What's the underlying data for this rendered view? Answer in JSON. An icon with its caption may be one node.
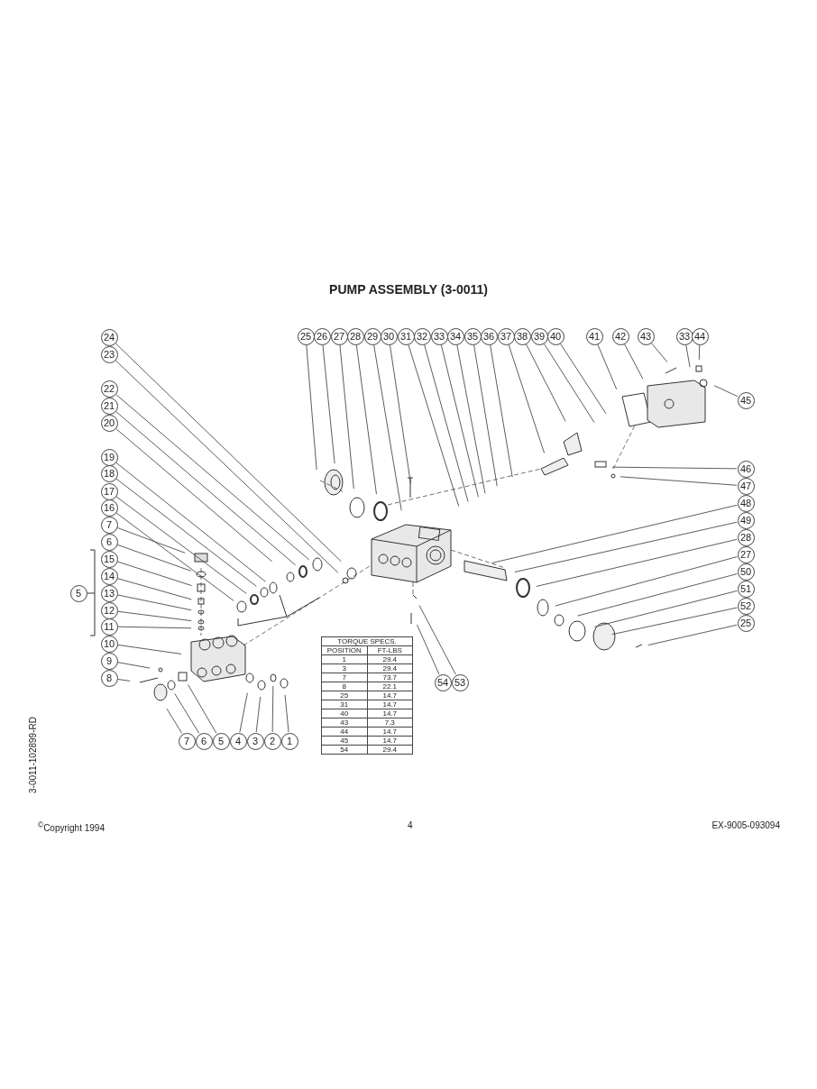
{
  "diagram": {
    "title": "PUMP ASSEMBLY (3-0011)",
    "nodes": [
      {
        "text": [
          "24"
        ]
      },
      {
        "text": [
          "23"
        ]
      },
      {
        "text": [
          "22"
        ]
      },
      {
        "text": [
          "21"
        ]
      },
      {
        "text": [
          "20"
        ]
      },
      {
        "text": [
          "19"
        ]
      },
      {
        "text": [
          "18"
        ]
      },
      {
        "text": [
          "17"
        ]
      },
      {
        "text": [
          "16"
        ]
      },
      {
        "text": [
          "7"
        ]
      },
      {
        "text": [
          "6"
        ]
      },
      {
        "text": [
          "15"
        ]
      },
      {
        "text": [
          "14"
        ]
      },
      {
        "text": [
          "13"
        ]
      },
      {
        "text": [
          "12"
        ]
      },
      {
        "text": [
          "11"
        ]
      },
      {
        "text": [
          "10"
        ]
      },
      {
        "text": [
          "9"
        ]
      },
      {
        "text": [
          "8"
        ]
      },
      {
        "text": [
          "5"
        ]
      },
      {
        "text": [
          "25"
        ]
      },
      {
        "text": [
          "26"
        ]
      },
      {
        "text": [
          "27"
        ]
      },
      {
        "text": [
          "28"
        ]
      },
      {
        "text": [
          "29"
        ]
      },
      {
        "text": [
          "30"
        ]
      },
      {
        "text": [
          "31"
        ]
      },
      {
        "text": [
          "32"
        ]
      },
      {
        "text": [
          "33"
        ]
      },
      {
        "text": [
          "34"
        ]
      },
      {
        "text": [
          "35"
        ]
      },
      {
        "text": [
          "36"
        ]
      },
      {
        "text": [
          "37"
        ]
      },
      {
        "text": [
          "38"
        ]
      },
      {
        "text": [
          "39"
        ]
      },
      {
        "text": [
          "40"
        ]
      },
      {
        "text": [
          "41"
        ]
      },
      {
        "text": [
          "42"
        ]
      },
      {
        "text": [
          "43"
        ]
      },
      {
        "text": [
          "33"
        ]
      },
      {
        "text": [
          "44"
        ]
      },
      {
        "text": [
          "45"
        ]
      },
      {
        "text": [
          "46"
        ]
      },
      {
        "text": [
          "47"
        ]
      },
      {
        "text": [
          "48"
        ]
      },
      {
        "text": [
          "49"
        ]
      },
      {
        "text": [
          "28"
        ]
      },
      {
        "text": [
          "27"
        ]
      },
      {
        "text": [
          "50"
        ]
      },
      {
        "text": [
          "51"
        ]
      },
      {
        "text": [
          "52"
        ]
      },
      {
        "text": [
          "25"
        ]
      },
      {
        "text": [
          "54"
        ]
      },
      {
        "text": [
          "53"
        ]
      },
      {
        "text": [
          "7"
        ]
      },
      {
        "text": [
          "6"
        ]
      },
      {
        "text": [
          "5"
        ]
      },
      {
        "text": [
          "4"
        ]
      },
      {
        "text": [
          "3"
        ]
      },
      {
        "text": [
          "2"
        ]
      },
      {
        "text": [
          "1"
        ]
      }
    ],
    "edges": [
      {
        "from": 0,
        "to": null,
        "arrow": "none"
      },
      {
        "from": 1,
        "to": null,
        "arrow": "none"
      },
      {
        "from": 2,
        "to": null,
        "arrow": "none"
      },
      {
        "from": 3,
        "to": null,
        "arrow": "none"
      },
      {
        "from": 4,
        "to": null,
        "arrow": "none"
      },
      {
        "from": 5,
        "to": null,
        "arrow": "none"
      },
      {
        "from": 6,
        "to": null,
        "arrow": "none"
      },
      {
        "from": 7,
        "to": null,
        "arrow": "none"
      },
      {
        "from": 8,
        "to": null,
        "arrow": "none"
      },
      {
        "from": 9,
        "to": null,
        "arrow": "none"
      },
      {
        "from": 10,
        "to": null,
        "arrow": "none"
      },
      {
        "from": 11,
        "to": null,
        "arrow": "none"
      },
      {
        "from": 12,
        "to": null,
        "arrow": "none"
      },
      {
        "from": 13,
        "to": null,
        "arrow": "none"
      },
      {
        "from": 14,
        "to": null,
        "arrow": "none"
      },
      {
        "from": 15,
        "to": null,
        "arrow": "none"
      },
      {
        "from": 16,
        "to": null,
        "arrow": "none"
      },
      {
        "from": 17,
        "to": null,
        "arrow": "none"
      },
      {
        "from": 18,
        "to": null,
        "arrow": "none"
      },
      {
        "from": 20,
        "to": null,
        "arrow": "none"
      },
      {
        "from": 21,
        "to": null,
        "arrow": "none"
      },
      {
        "from": 22,
        "to": null,
        "arrow": "none"
      },
      {
        "from": 23,
        "to": null,
        "arrow": "none"
      },
      {
        "from": 24,
        "to": null,
        "arrow": "none"
      },
      {
        "from": 25,
        "to": null,
        "arrow": "none"
      },
      {
        "from": 26,
        "to": null,
        "arrow": "none"
      },
      {
        "from": 27,
        "to": null,
        "arrow": "none"
      },
      {
        "from": 28,
        "to": null,
        "arrow": "none"
      },
      {
        "from": 29,
        "to": null,
        "arrow": "none"
      },
      {
        "from": 30,
        "to": null,
        "arrow": "none"
      },
      {
        "from": 31,
        "to": null,
        "arrow": "none"
      },
      {
        "from": 32,
        "to": null,
        "arrow": "none"
      },
      {
        "from": 33,
        "to": null,
        "arrow": "none"
      },
      {
        "from": 34,
        "to": null,
        "arrow": "none"
      },
      {
        "from": 35,
        "to": null,
        "arrow": "none"
      },
      {
        "from": 36,
        "to": null,
        "arrow": "none"
      },
      {
        "from": 37,
        "to": null,
        "arrow": "none"
      },
      {
        "from": 38,
        "to": null,
        "arrow": "none"
      },
      {
        "from": 39,
        "to": null,
        "arrow": "none"
      },
      {
        "from": 40,
        "to": null,
        "arrow": "none"
      },
      {
        "from": 41,
        "to": null,
        "arrow": "none"
      },
      {
        "from": 42,
        "to": null,
        "arrow": "none"
      },
      {
        "from": 43,
        "to": null,
        "arrow": "none"
      },
      {
        "from": 44,
        "to": null,
        "arrow": "none"
      },
      {
        "from": 45,
        "to": null,
        "arrow": "none"
      },
      {
        "from": 46,
        "to": null,
        "arrow": "none"
      },
      {
        "from": 47,
        "to": null,
        "arrow": "none"
      },
      {
        "from": 48,
        "to": null,
        "arrow": "none"
      },
      {
        "from": 49,
        "to": null,
        "arrow": "none"
      },
      {
        "from": 50,
        "to": null,
        "arrow": "none"
      },
      {
        "from": 51,
        "to": null,
        "arrow": "none"
      },
      {
        "from": 52,
        "to": null,
        "arrow": "none"
      },
      {
        "from": 53,
        "to": null,
        "arrow": "none"
      },
      {
        "from": 54,
        "to": null,
        "arrow": "none"
      },
      {
        "from": 55,
        "to": null,
        "arrow": "none"
      },
      {
        "from": 56,
        "to": null,
        "arrow": "none"
      },
      {
        "from": 57,
        "to": null,
        "arrow": "none"
      },
      {
        "from": 58,
        "to": null,
        "arrow": "none"
      },
      {
        "from": 59,
        "to": null,
        "arrow": "none"
      },
      {
        "from": 60,
        "to": null,
        "arrow": "none"
      }
    ],
    "labels": [
      "TORQUE SPECS.",
      "POSITION",
      "FT-LBS",
      "1",
      "29.4",
      "3",
      "29.4",
      "7",
      "73.7",
      "8",
      "22.1",
      "25",
      "14.7",
      "31",
      "14.7",
      "40",
      "14.7",
      "43",
      "7.3",
      "44",
      "14.7",
      "45",
      "14.7",
      "54",
      "29.4",
      "3-0011-102899-RD",
      "$^{©}$Copyright 1994",
      "4",
      "EX-9005-093094"
    ]
  }
}
